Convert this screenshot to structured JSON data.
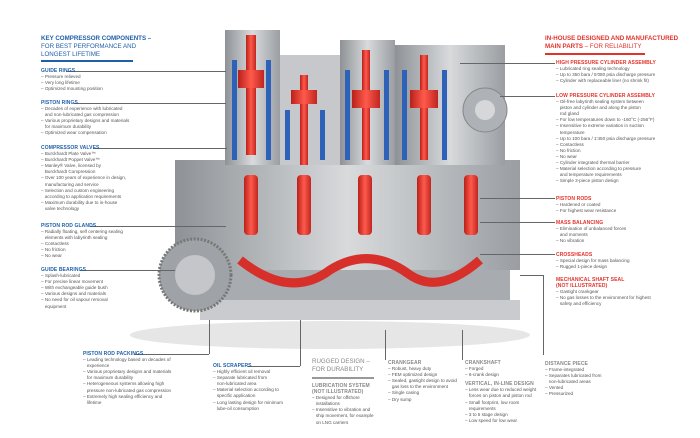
{
  "left": {
    "title": "KEY COMPRESSOR COMPONENTS –",
    "subtitle1": "FOR BEST PERFORMANCE AND",
    "subtitle2": "LONGEST LIFETIME",
    "sections": [
      {
        "title": "GUIDE RINGS",
        "items": [
          "– Pressure relieved",
          "– Very long lifetime",
          "– Optimized mounting position"
        ]
      },
      {
        "title": "PISTON RINGS",
        "items": [
          "– Decades of experience with lubricated",
          "   and non-lubricated gas compression",
          "– Various proprietary designs and materials",
          "   for maximum durability",
          "– Optimized wear compensation"
        ]
      },
      {
        "title": "COMPRESSOR VALVES",
        "items": [
          "– Burckhardt Plate Valve™",
          "– Burckhardt Poppet Valve™",
          "– Manley® Valve, licensed by",
          "   Burckhardt Compression",
          "– Over 100 years of experience in design,",
          "   manufacturing and service",
          "– Selection and custom engineering",
          "   according to application requirements",
          "– Maximum durability due to in-house",
          "   valve technology"
        ]
      },
      {
        "title": "PISTON ROD GLANDS",
        "items": [
          "– Radially floating, self centering sealing",
          "   elements with labyrinth sealing",
          "– Contactless",
          "– No friction",
          "– No wear"
        ]
      },
      {
        "title": "GUIDE BEARINGS",
        "items": [
          "– Splash-lubricated",
          "– For precise linear movement",
          "– With exchangeable guide bush",
          "– Various designs and materials",
          "– No need for oil vapour removal",
          "   equipment"
        ]
      }
    ]
  },
  "right": {
    "title1": "IN-HOUSE DESIGNED AND MANUFACTURED",
    "title2": "MAIN PARTS",
    "subtitle": " – FOR RELIABILITY",
    "sections": [
      {
        "title": "HIGH PRESSURE CYLINDER ASSEMBLY",
        "items": [
          "– Lubricated ring sealing technology",
          "– Up to 350 bara / 5'080 psia discharge pressure",
          "– Cylinder with replaceable liner (no shrink fit)"
        ]
      },
      {
        "title": "LOW PRESSURE CYLINDER ASSEMBLY",
        "items": [
          "– Oil-free labyrinth sealing system between",
          "   piston and cylinder and along the piston",
          "   rod gland",
          "– For low temperatures down to -160°C (-256°F)",
          "– Insensitive to extreme variation in suction",
          "   temperature",
          "– Up to 100 bara / 1'450 psia discharge pressure",
          "– Contactless",
          "– No friction",
          "– No wear",
          "– Cylinder integrated thermal barrier",
          "– Material selection according to pressure",
          "   and temperature requirements",
          "– Simple 3-piece piston design"
        ]
      },
      {
        "title": "PISTON RODS",
        "items": [
          "– Hardened or coated",
          "– For highest wear resistance"
        ]
      },
      {
        "title": "MASS BALANCING",
        "items": [
          "– Elimination of unbalanced forces",
          "   and moments",
          "– No vibration"
        ]
      },
      {
        "title": "CROSSHEADS",
        "items": [
          "– Special design for mass balancing",
          "– Rugged 1-piece design"
        ]
      },
      {
        "title": "MECHANICAL SHAFT SEAL",
        "title2": "(NOT ILLUSTRATED)",
        "items": [
          "– Gastight crankgear",
          "– No gas losses to the environment for highest",
          "   safety and efficiency"
        ]
      }
    ]
  },
  "bottom": {
    "packings": {
      "title": "PISTON ROD PACKINGS",
      "items": [
        "– Leading technology based on decades of",
        "   experience",
        "– Various proprietary designs and materials",
        "   for maximum durability",
        "– Heterogeneous systems allowing high",
        "   pressure non-lubricated gas compression",
        "– Extremely high sealing efficiency and",
        "   lifetime"
      ]
    },
    "scrapers": {
      "title": "OIL SCRAPERS",
      "items": [
        "– Highly efficient oil removal",
        "– Separate lubricated from",
        "   non-lubricated area",
        "– Material selection according to",
        "   specific application",
        "– Long lasting design for minimum",
        "   lube-oil consumption"
      ]
    },
    "rugged": {
      "title1": "RUGGED DESIGN –",
      "title2": "FOR DURABILITY"
    },
    "lubrication": {
      "title": "LUBRICATION SYSTEM",
      "title2": "(NOT ILLUSTRATED)",
      "items": [
        "– Designed for offshore",
        "   installations",
        "– Insensitive to vibration and",
        "   ship movement, for example",
        "   on LNG carriers"
      ]
    },
    "crankgear": {
      "title": "CRANKGEAR",
      "items": [
        "– Robust, heavy duty",
        "– FEM optimized design",
        "– Sealed, gastight design to avoid",
        "   gas loss to the environment",
        "– Single casing",
        "– Dry sump"
      ]
    },
    "crankshaft": {
      "title": "CRANKSHAFT",
      "items": [
        "– Forged",
        "– 6-crank design"
      ]
    },
    "vertical": {
      "title": "VERTICAL, IN-LINE DESIGN",
      "items": [
        "– Less wear due to reduced weight",
        "   forces on piston and piston rod",
        "– Small footprint, low room",
        "   requirements",
        "– 3 to 5 stage design",
        "– Low speed for low wear"
      ]
    },
    "distance": {
      "title": "DISTANCE PIECE",
      "items": [
        "– Frame-integrated",
        "– Separates lubricated from",
        "   non-lubricated areas",
        "– Vented",
        "– Pressurized"
      ]
    }
  },
  "colors": {
    "blue": "#1f5fa8",
    "red": "#e3322b",
    "metal": "#b9bcc0"
  }
}
